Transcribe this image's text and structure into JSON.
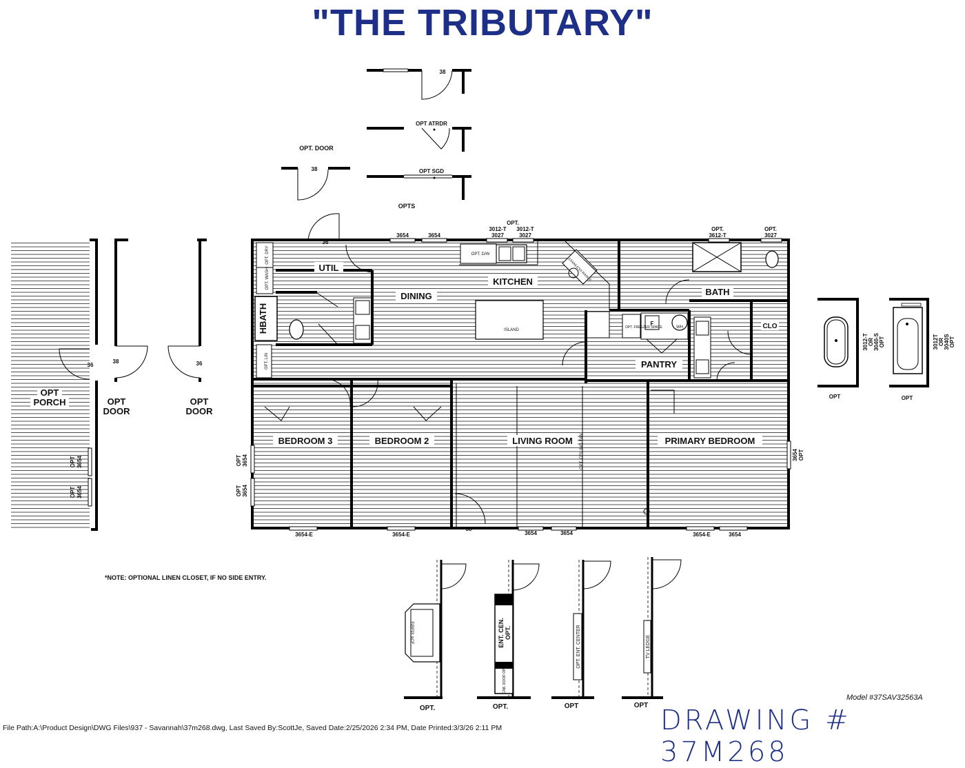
{
  "title": "\"THE TRIBUTARY\"",
  "rooms": {
    "util": "UTIL",
    "dining": "DINING",
    "kitchen": "KITCHEN",
    "bath": "BATH",
    "hbath": "HBATH",
    "pantry": "PANTRY",
    "clo": "CLO",
    "bedroom3": "BEDROOM 3",
    "bedroom2": "BEDROOM 2",
    "living": "LIVING ROOM",
    "primary": "PRIMARY BEDROOM",
    "island": "ISLAND"
  },
  "fixtures": {
    "opt_dry": "OPT. DRY",
    "opt_wash": "OPT. WASH",
    "opt_dw": "OPT. D/W",
    "opt_freezer": "OPT. FREEZER SPACE",
    "stainless_range": "STAINLESS RANGE",
    "opt_lin": "OPT. LIN",
    "wh": "WH",
    "f": "F",
    "opt_ceiling_fan": "OPT. CEILING FAN"
  },
  "options": {
    "opt_door_label": "OPT. DOOR",
    "opts_label": "OPTS",
    "opt_atrdr": "OPT ATRDR",
    "opt_sgd": "OPT SGD",
    "door_size": "38",
    "door_size_36": "36",
    "opt_porch": "OPT\nPORCH",
    "opt_porch_l1": "OPT",
    "opt_porch_l2": "PORCH",
    "opt_door_l1": "OPT",
    "opt_door_l2": "DOOR",
    "opt": "OPT",
    "opt_dot": "OPT."
  },
  "windows": {
    "w3654": "3654",
    "w3654e": "3654-E",
    "w3012t": "3012-T",
    "w3027": "3027",
    "w3612t": "3612-T",
    "opt_dot": "OPT.",
    "tub_opt_a": [
      "3012-T",
      "OR",
      "3040-S",
      "OPT"
    ],
    "tub_opt_b": [
      "3012T",
      "OR",
      "3040S",
      "OPT"
    ]
  },
  "elevation_options": {
    "fireplace": "FIREPLACE",
    "ent_cen_l1": "ENT. CEN.",
    "ent_cen_l2": "OPT.",
    "cabinet_door": "CAB. DOOR OPT.",
    "ent_center": "OPT. ENT. CENTER",
    "tv_ledge": "TV LEDGE",
    "opt_dot": "OPT.",
    "opt": "OPT"
  },
  "note": "*NOTE: OPTIONAL LINEN CLOSET, IF NO SIDE ENTRY.",
  "model_number": "Model #37SAV32563A",
  "drawing_number": "DRAWING # 37M268",
  "file_path": "File Path:A:\\Product Design\\DWG Files\\937 - Savannah\\37m268.dwg, Last Saved By:ScottJe, Saved Date:2/25/2026 2:34 PM, Date Printed:3/3/26 2:11 PM",
  "colors": {
    "title_blue": "#1d2f86",
    "line": "#000000",
    "hatch": "#333333"
  }
}
